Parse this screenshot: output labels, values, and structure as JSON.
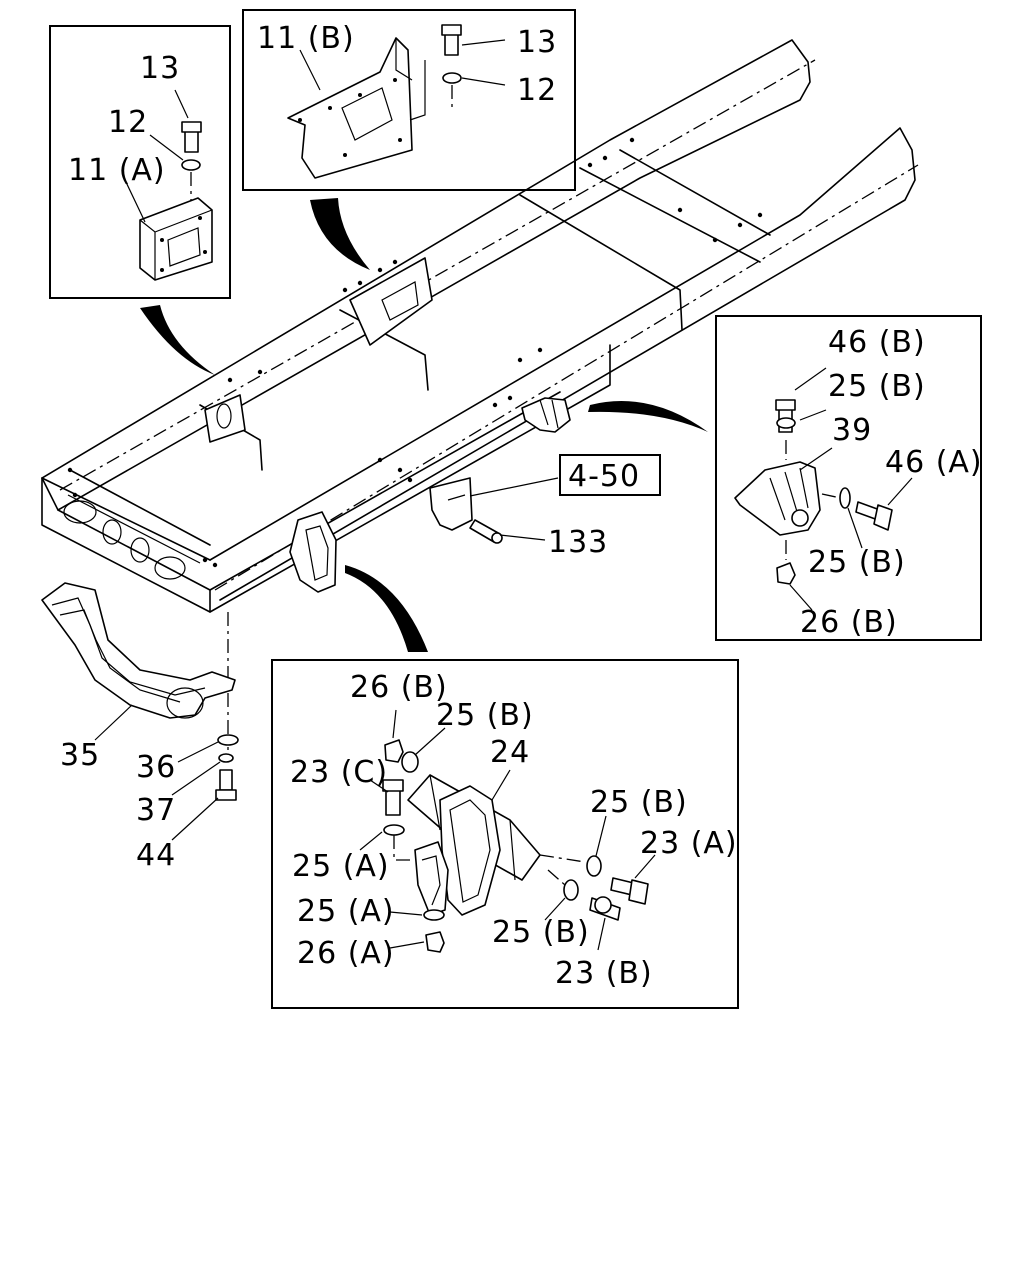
{
  "diagram": {
    "callouts": {
      "c1": "13",
      "c2": "12",
      "c3": "11 (A)",
      "c4": "11 (B)",
      "c5": "13",
      "c6": "12",
      "c7": "46 (B)",
      "c8": "25 (B)",
      "c9": "39",
      "c10": "46 (A)",
      "c11": "25 (B)",
      "c12": "26 (B)",
      "c13": "4-50",
      "c14": "133",
      "c15": "35",
      "c16": "36",
      "c17": "37",
      "c18": "44",
      "c19": "26 (B)",
      "c20": "25 (B)",
      "c21": "23 (C)",
      "c22": "24",
      "c23": "25 (B)",
      "c24": "23 (A)",
      "c25": "25 (A)",
      "c26": "25 (A)",
      "c27": "25 (B)",
      "c28": "26 (A)",
      "c29": "23 (B)"
    }
  }
}
